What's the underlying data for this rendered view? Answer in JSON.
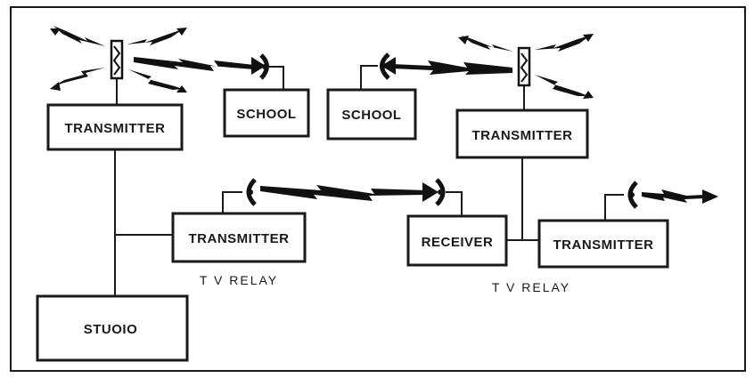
{
  "diagram": {
    "boxes": {
      "transmitter_left": "TRANSMITTER",
      "school_left": "SCHOOL",
      "school_right": "SCHOOL",
      "transmitter_right": "TRANSMITTER",
      "relay_transmitter_left": "TRANSMITTER",
      "relay_receiver": "RECEIVER",
      "relay_transmitter_right": "TRANSMITTER",
      "studio": "STUOIO"
    },
    "captions": {
      "relay_left": "T V RELAY",
      "relay_right": "T V RELAY"
    }
  }
}
